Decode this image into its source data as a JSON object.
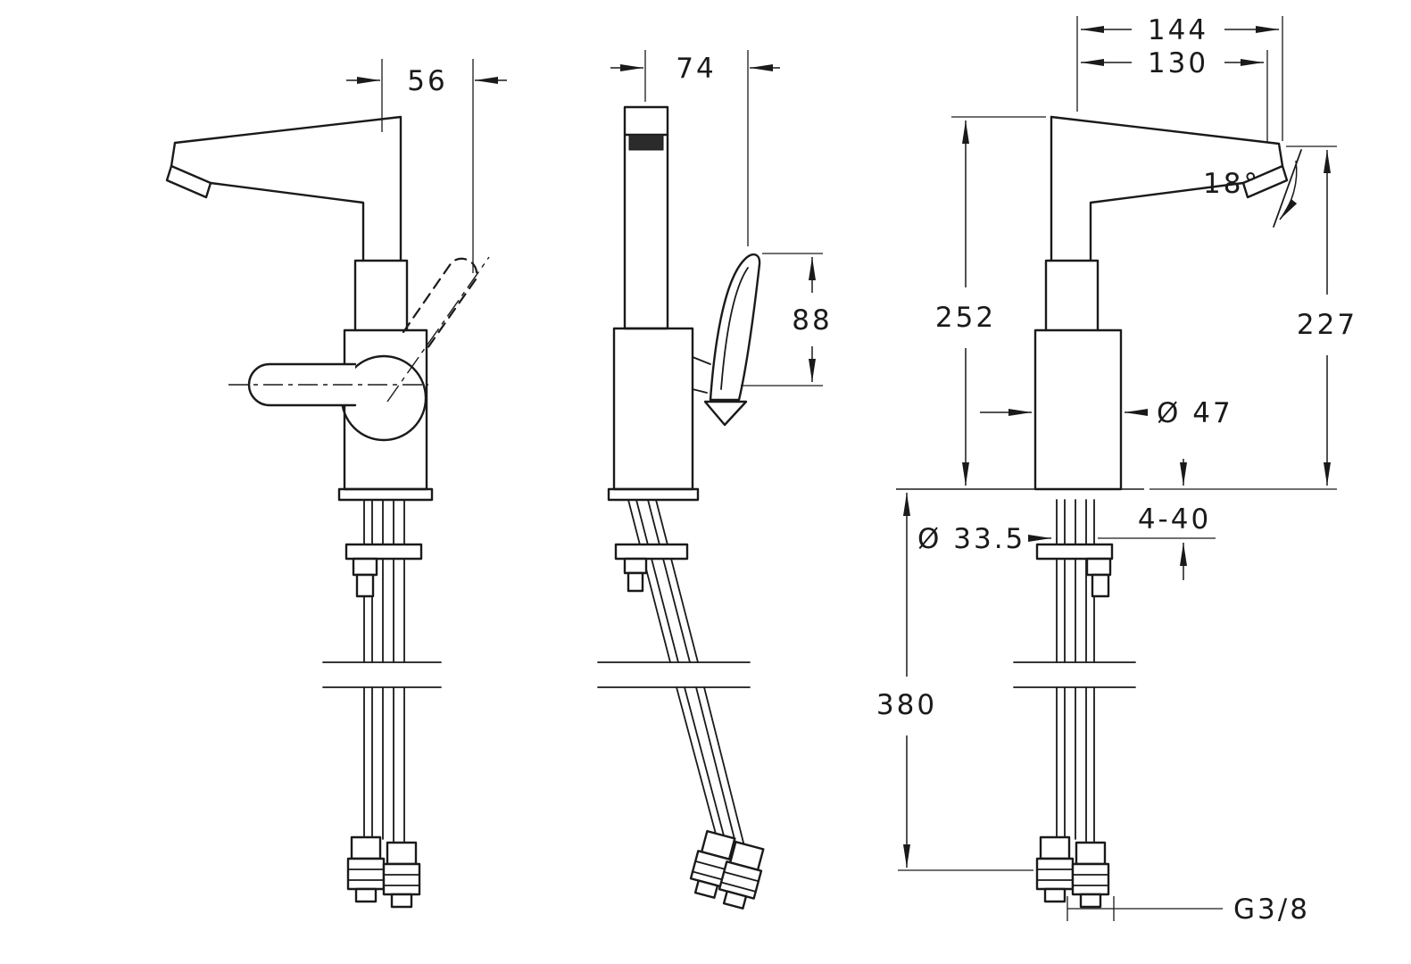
{
  "drawing": {
    "background_color": "#ffffff",
    "line_color": "#1a1a1a",
    "dimensions": {
      "left_top_offset": "56",
      "front_top_width": "74",
      "handle_height": "88",
      "reach_outer": "144",
      "reach_spout": "130",
      "spout_angle": "18°",
      "height_total": "252",
      "height_spout": "227",
      "body_diameter": "Ø 47",
      "shank_diameter": "Ø 33.5",
      "deck_thickness_range": "4-40",
      "hose_length": "380",
      "thread_size": "G3/8"
    }
  }
}
